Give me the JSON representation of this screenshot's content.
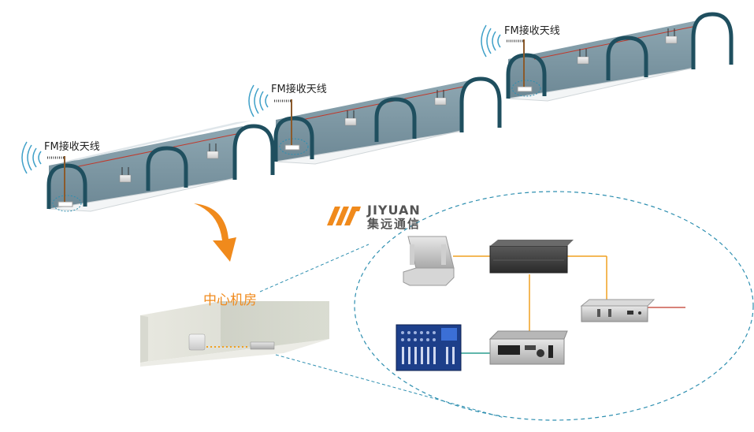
{
  "diagram": {
    "antenna_label": "FM接收天线",
    "room_label": "中心机房",
    "brand": {
      "name_en": "JIYUAN",
      "name_cn": "集远通信"
    },
    "colors": {
      "tunnel_arch": "#1f4f5f",
      "tunnel_wall": "#7d97a3",
      "tunnel_floor": "#f3f5f6",
      "signal_line": "#c0392b",
      "arrow": "#f08a1c",
      "link_line": "#f0a020",
      "dashed_circle": "#2e8fb0"
    }
  }
}
